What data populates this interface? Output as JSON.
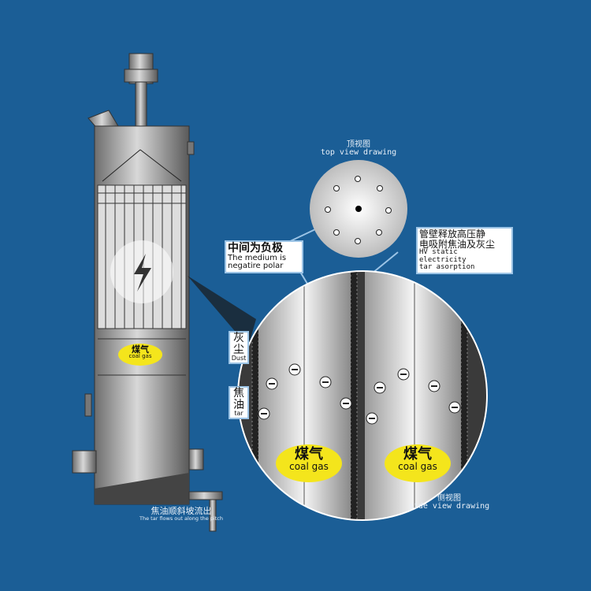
{
  "top_view": {
    "title_cn": "顶视图",
    "title_en": "top view drawing"
  },
  "side_view": {
    "title_cn": "侧视图",
    "title_en": "side view drawing"
  },
  "labels": {
    "negative_cn": "中间为负极",
    "negative_en_1": "The medium is",
    "negative_en_2": "negatire polar",
    "hv_cn_1": "管壁释放高压静",
    "hv_cn_2": "电吸附焦油及灰尘",
    "hv_en_1": "HV static",
    "hv_en_2": "electricity",
    "hv_en_3": "tar asorption",
    "dust_cn": "灰尘",
    "dust_en": "Dust",
    "tar_cn": "焦油",
    "tar_en": "tar",
    "outflow_cn": "焦油顺斜坡流出",
    "outflow_en": "The tar flows out along the pitch"
  },
  "coal_gas": {
    "cn": "煤气",
    "en": "coal gas"
  },
  "colors": {
    "background": "#1b5e96",
    "gas_cloud": "#f4e51c",
    "label_border": "#9cc4e6"
  }
}
